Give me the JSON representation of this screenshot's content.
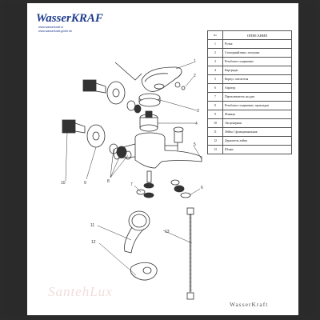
{
  "brand": {
    "logo_text": "WasserKRAFT",
    "site_ru": "www.wasserkraft.ru",
    "site_de": "www.wasserkraft-gmbh.de",
    "footer_brand": "WasserKraft",
    "watermark": "SantehLux"
  },
  "table": {
    "col_no": "No",
    "col_desc": "ОПИСАНИЕ",
    "rows": [
      {
        "no": "1",
        "desc": "Ручка"
      },
      {
        "no": "2",
        "desc": "Стопорный винт, заглушка"
      },
      {
        "no": "3",
        "desc": "Резьбовое соединение"
      },
      {
        "no": "4",
        "desc": "Картридж"
      },
      {
        "no": "5",
        "desc": "Корпус смесителя"
      },
      {
        "no": "6",
        "desc": "Аэратор"
      },
      {
        "no": "7",
        "desc": "Переключатель на душ"
      },
      {
        "no": "8",
        "desc": "Резьбовое соединение, прокладки"
      },
      {
        "no": "9",
        "desc": "Фланцы"
      },
      {
        "no": "10",
        "desc": "Эксцентрики"
      },
      {
        "no": "11",
        "desc": "Лейка 1 функциональная"
      },
      {
        "no": "12",
        "desc": "Держатель лейки"
      },
      {
        "no": "13",
        "desc": "Шланг"
      }
    ]
  },
  "callouts": {
    "c1": "1",
    "c2": "2",
    "c3": "3",
    "c4": "4",
    "c5": "5",
    "c6": "6",
    "c7": "7",
    "c8": "8",
    "c9": "9",
    "c10": "10",
    "c11": "11",
    "c12": "12",
    "c13": "13"
  },
  "colors": {
    "background": "#2a2a2a",
    "logo_blue": "#1f3c8a",
    "ink": "#333333",
    "watermark": "#f3dcdc"
  }
}
